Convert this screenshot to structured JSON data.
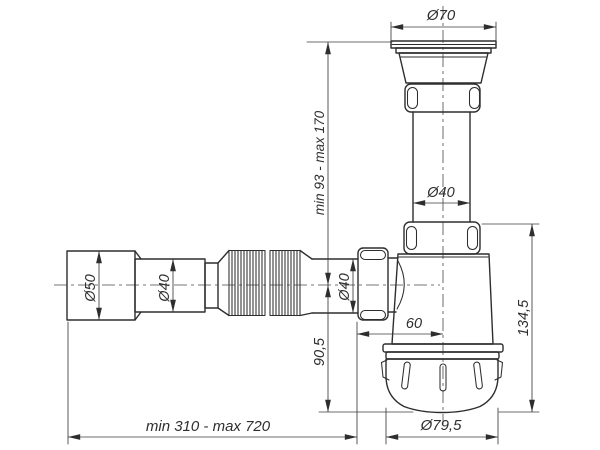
{
  "dimensions": {
    "flange_dia": "Ø70",
    "tailpipe_dia": "Ø40",
    "height_range": "min 93 - max 170",
    "inlet_to_bottom": "90,5",
    "trap_height": "134,5",
    "cuff_dia": "Ø50",
    "hose_dia": "Ø40",
    "hose_end_dia": "Ø40",
    "outlet_offset": "60",
    "length_range": "min 310 - max 720",
    "cup_dia": "Ø79,5"
  },
  "colors": {
    "line": "#2e2e2e",
    "thin_line": "#3c3c3c",
    "background": "#ffffff"
  }
}
